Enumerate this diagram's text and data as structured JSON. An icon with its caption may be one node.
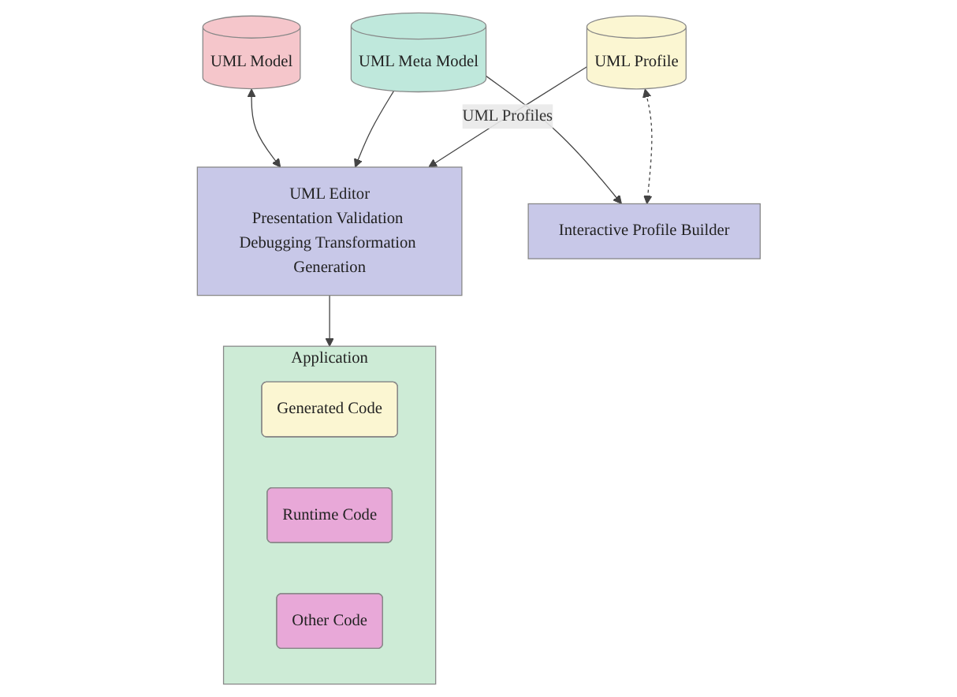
{
  "diagram": {
    "nodes": [
      {
        "text": [
          "UML Model"
        ]
      },
      {
        "text": [
          "UML Editor",
          "Presentation Validation Debugging Transformation Generation"
        ]
      },
      {
        "text": [
          "UML Meta Model"
        ]
      },
      {
        "text": [
          "UML Profile"
        ]
      },
      {
        "text": [
          "Interactive Profile Builder"
        ]
      },
      {
        "text": [
          "Application"
        ]
      },
      {
        "text": [
          "Generated Code"
        ],
        "in": 5
      },
      {
        "text": [
          "Runtime Code"
        ],
        "in": 5
      },
      {
        "text": [
          "Other Code"
        ],
        "in": 5
      }
    ],
    "edges": [
      {
        "from": 0,
        "to": 1,
        "arrow": "both"
      },
      {
        "from": 2,
        "to": 1,
        "arrow": "to"
      },
      {
        "from": 3,
        "to": 1,
        "arrow": "to",
        "label": "UML Profiles"
      },
      {
        "from": 1,
        "to": 5,
        "arrow": "to"
      },
      {
        "from": 2,
        "to": 4,
        "arrow": "to"
      },
      {
        "from": 3,
        "to": 4,
        "arrow": "both",
        "style": "dashed"
      }
    ]
  }
}
